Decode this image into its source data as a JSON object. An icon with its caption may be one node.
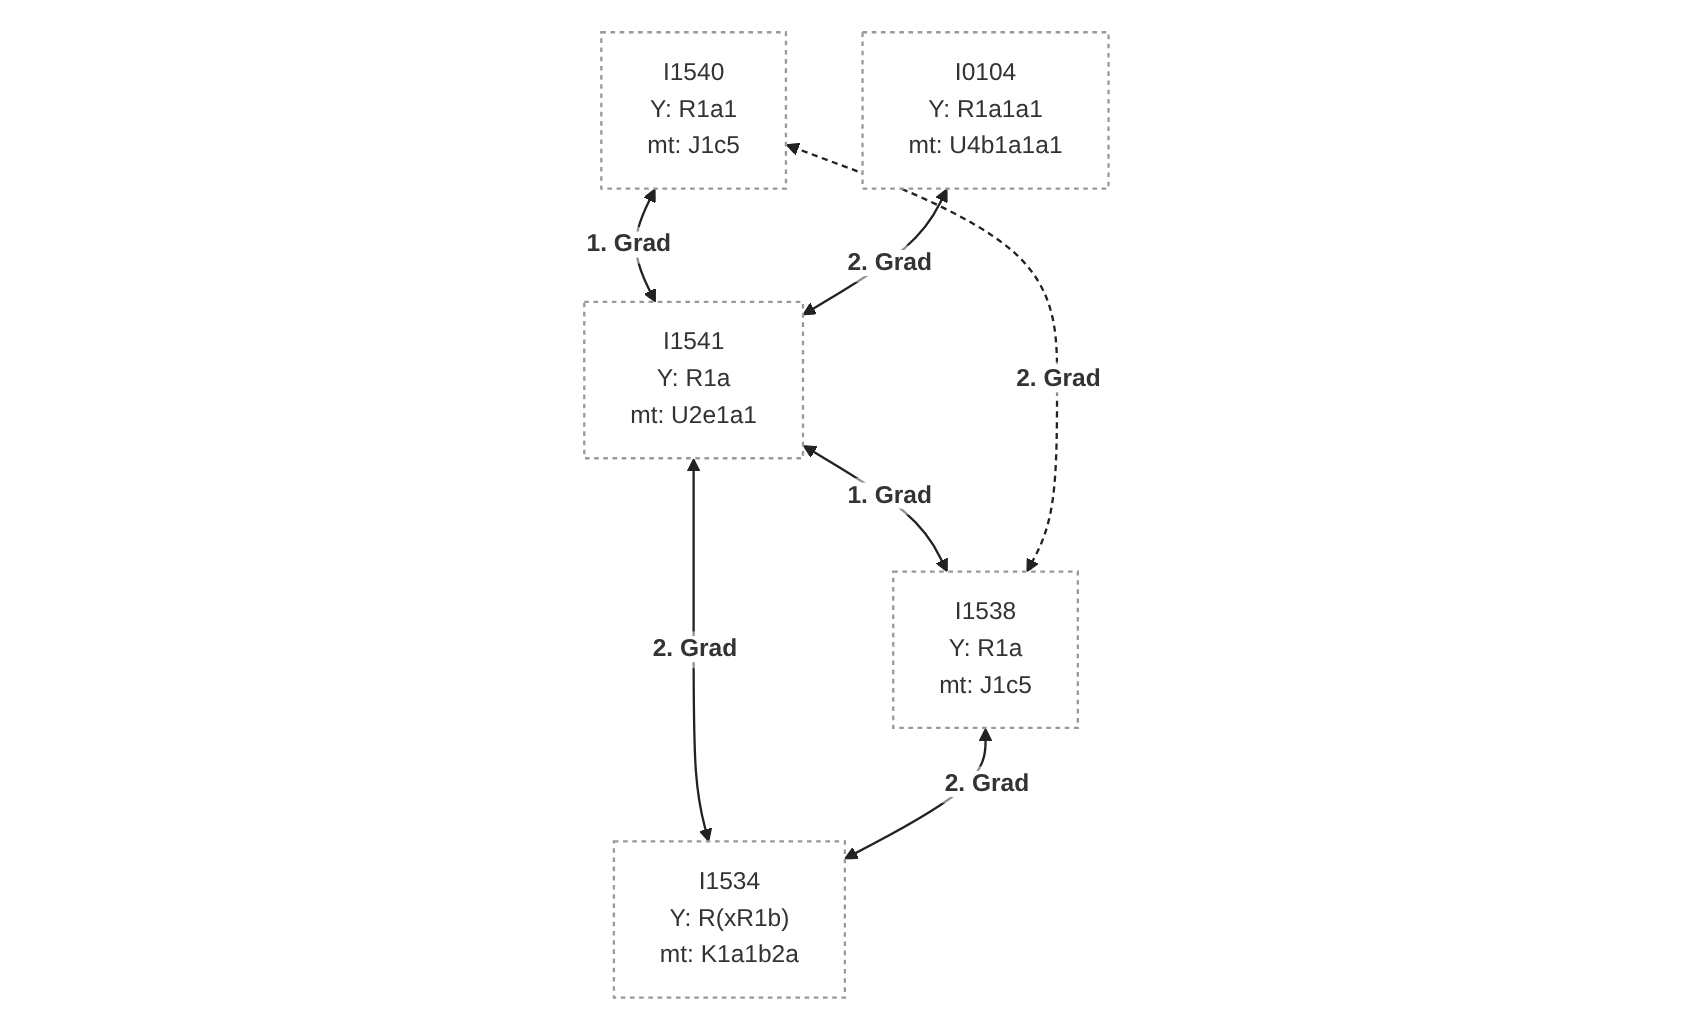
{
  "diagram": {
    "nodes": [
      {
        "text": [
          "I1540",
          "Y: R1a1",
          "mt: J1c5"
        ]
      },
      {
        "text": [
          "I0104",
          "Y: R1a1a1",
          "mt: U4b1a1a1"
        ]
      },
      {
        "text": [
          "I1541",
          "Y: R1a",
          "mt: U2e1a1"
        ]
      },
      {
        "text": [
          "I1534",
          "Y: R(xR1b)",
          "mt: K1a1b2a"
        ]
      },
      {
        "text": [
          "I1538",
          "Y: R1a",
          "mt: J1c5"
        ]
      }
    ],
    "edges": [
      {
        "from": 0,
        "to": 2,
        "arrow": "both",
        "label": "1. Grad"
      },
      {
        "from": 1,
        "to": 2,
        "arrow": "both",
        "label": "2. Grad"
      },
      {
        "from": 2,
        "to": 4,
        "arrow": "both",
        "label": "1. Grad"
      },
      {
        "from": 2,
        "to": 3,
        "arrow": "both",
        "label": "2. Grad"
      },
      {
        "from": 4,
        "to": 3,
        "arrow": "both",
        "label": "2. Grad"
      },
      {
        "from": 0,
        "to": 4,
        "arrow": "both",
        "label": "2. Grad",
        "style": "dashed"
      }
    ]
  }
}
